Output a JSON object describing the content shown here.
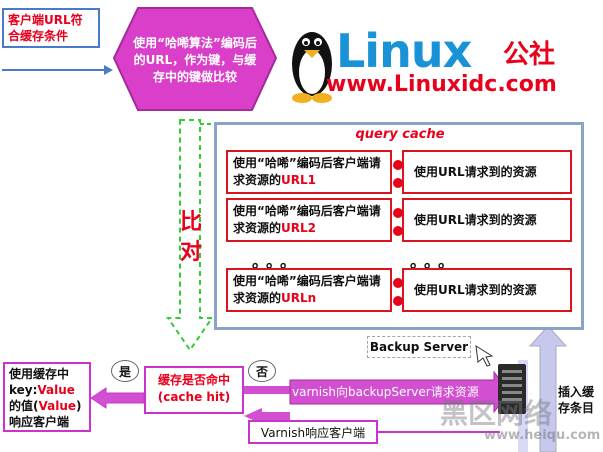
{
  "top_left_label": "客户端URL符合缓存条件",
  "hash_step": "使用“哈唏算法”编码后的URL，作为键，与缓存中的键做比较",
  "logo": {
    "word": "Linux",
    "cn": "公社",
    "url": "www.Linuxidc.com"
  },
  "query_cache": {
    "title": "query cache",
    "rows": [
      {
        "key_prefix": "使用“哈唏”编码后客户端请求资源的",
        "key_suffix": "URL1",
        "value": "使用URL请求到的资源"
      },
      {
        "key_prefix": "使用“哈唏”编码后客户端请求资源的",
        "key_suffix": "URL2",
        "value": "使用URL请求到的资源"
      },
      {
        "key_prefix": "使用“哈唏”编码后客户端请求资源的",
        "key_suffix": "URLn",
        "value": "使用URL请求到的资源"
      }
    ],
    "ellipsis": "。。。"
  },
  "compare_label": "比对",
  "cache_hit_label": "缓存是否命中(cache hit)",
  "yes_label": "是",
  "no_label": "否",
  "respond_with_cache": {
    "line1": "使用缓存中",
    "key": "key:",
    "value_word": "Value",
    "line3_pre": "的值(",
    "line3_post": ")",
    "line4": "响应客户端"
  },
  "backup_server": "Backup Server",
  "varnish_request": "varnish向backupServer请求资源",
  "varnish_respond": "Varnish响应客户端",
  "insert_entry": "插入缓存条目",
  "watermark": {
    "text": "黑区网络",
    "url": "www.heiqu.com"
  },
  "colors": {
    "red": "#e8001c",
    "hexagon": "#d93fc9",
    "blue_arrow": "#4a7bc8",
    "green_dashed": "#33cc33",
    "magenta_arrow": "#d24fd2",
    "lavender_arrow": "#c6c8ee",
    "frame": "#8aa4c8"
  },
  "icons": [
    "tux-penguin-icon",
    "server-icon",
    "mouse-cursor-icon"
  ]
}
